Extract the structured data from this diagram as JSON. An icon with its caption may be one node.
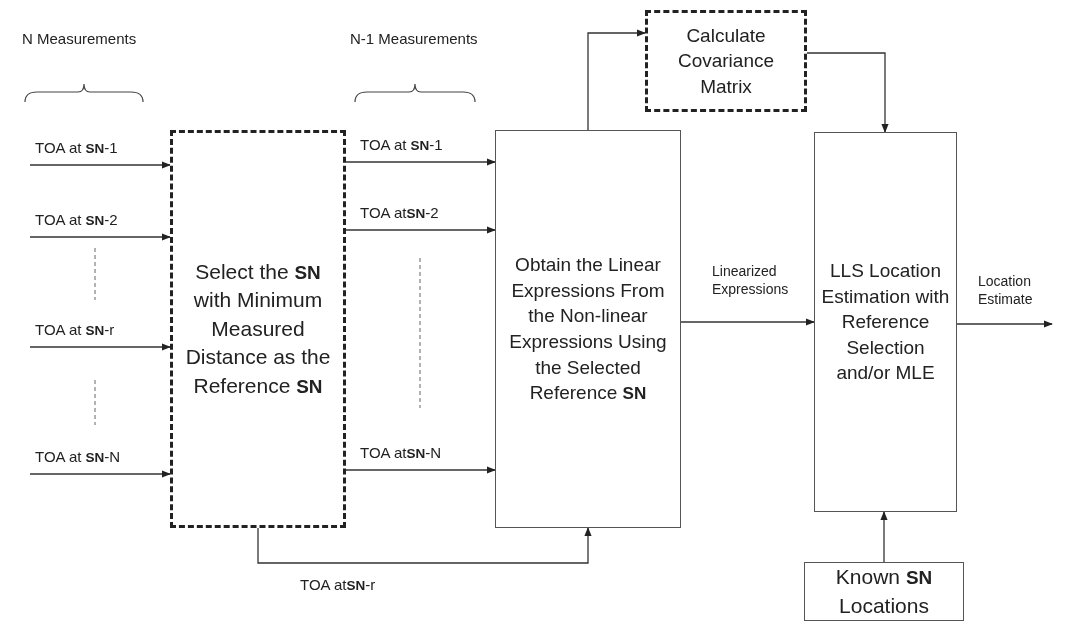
{
  "diagram": {
    "nodes": [
      {
        "text": [
          "Select the **SN** with Minimum Measured Distance as the Reference **SN**"
        ]
      },
      {
        "text": [
          "Obtain the Linear Expressions From the Non-linear Expressions Using the Selected Reference **SN**"
        ]
      },
      {
        "text": [
          "Calculate Covariance Matrix"
        ]
      },
      {
        "text": [
          "LLS Location Estimation with Reference Selection and/or MLE"
        ]
      },
      {
        "text": [
          "Known **SN** Locations"
        ]
      }
    ],
    "edges": [
      {
        "from": null,
        "to": 0,
        "arrow": "to",
        "label": "TOA at **SN**-1"
      },
      {
        "from": null,
        "to": 0,
        "arrow": "to",
        "label": "TOA at **SN**-2"
      },
      {
        "from": null,
        "to": 0,
        "arrow": "to",
        "label": "TOA at **SN**-r"
      },
      {
        "from": null,
        "to": 0,
        "arrow": "to",
        "label": "TOA at **SN**-N"
      },
      {
        "from": 0,
        "to": 1,
        "arrow": "to",
        "label": "TOA at **SN**-1"
      },
      {
        "from": 0,
        "to": 1,
        "arrow": "to",
        "label": "TOA at**SN**-2"
      },
      {
        "from": 0,
        "to": 1,
        "arrow": "to",
        "label": "TOA at**SN**-N"
      },
      {
        "from": 0,
        "to": 1,
        "arrow": "to",
        "label": "TOA at**SN**-r"
      },
      {
        "from": 1,
        "to": 2,
        "arrow": "to"
      },
      {
        "from": 2,
        "to": 3,
        "arrow": "to"
      },
      {
        "from": 1,
        "to": 3,
        "arrow": "to",
        "label": "Linearized Expressions"
      },
      {
        "from": 3,
        "to": null,
        "arrow": "to",
        "label": "Location Estimate"
      },
      {
        "from": 4,
        "to": 3,
        "arrow": "to"
      }
    ],
    "labels": [
      "N Measurements",
      "N-1 Measurements"
    ]
  }
}
